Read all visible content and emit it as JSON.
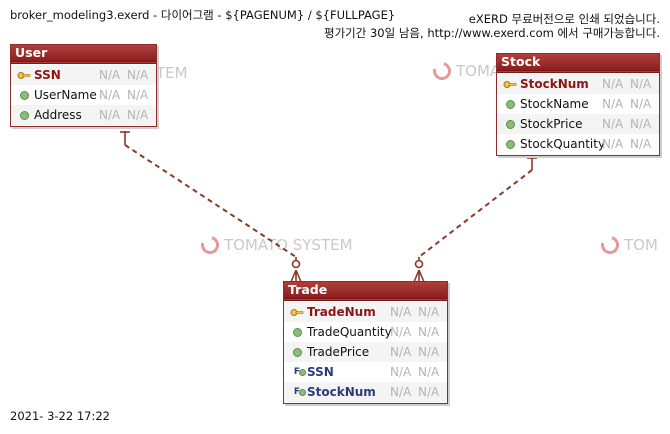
{
  "header": {
    "title_line": "broker_modeling3.exerd - 다이어그램 - ${PAGENUM} / ${FULLPAGE}",
    "license_line1": "eXERD 무료버전으로 인쇄 되었습니다.",
    "license_line2": "평가기간 30일 남음, http://www.exerd.com 에서 구매가능합니다."
  },
  "footer": {
    "date": "2021- 3-22 17:22"
  },
  "watermark": {
    "text_full": "TOMATO SYSTEM",
    "text_cut1": "TEM",
    "text_cut2": "TOMA",
    "text_cut3": "TOM"
  },
  "colors": {
    "entity_border": "#8e2b2b",
    "title_bg": "#a0302d",
    "relation_line": "#8b3a2a",
    "pk_text": "#8b1515",
    "fk_text": "#2b3c7a"
  },
  "entities": {
    "user": {
      "name": "User",
      "columns": [
        {
          "name": "SSN",
          "key": "pk",
          "type": "N/A",
          "default": "N/A"
        },
        {
          "name": "UserName",
          "key": "none",
          "type": "N/A",
          "default": "N/A"
        },
        {
          "name": "Address",
          "key": "none",
          "type": "N/A",
          "default": "N/A"
        }
      ]
    },
    "stock": {
      "name": "Stock",
      "columns": [
        {
          "name": "StockNum",
          "key": "pk",
          "type": "N/A",
          "default": "N/A"
        },
        {
          "name": "StockName",
          "key": "none",
          "type": "N/A",
          "default": "N/A"
        },
        {
          "name": "StockPrice",
          "key": "none",
          "type": "N/A",
          "default": "N/A"
        },
        {
          "name": "StockQuantity",
          "key": "none",
          "type": "N/A",
          "default": "N/A"
        }
      ]
    },
    "trade": {
      "name": "Trade",
      "columns": [
        {
          "name": "TradeNum",
          "key": "pk",
          "type": "N/A",
          "default": "N/A"
        },
        {
          "name": "TradeQuantity",
          "key": "none",
          "type": "N/A",
          "default": "N/A"
        },
        {
          "name": "TradePrice",
          "key": "none",
          "type": "N/A",
          "default": "N/A"
        },
        {
          "name": "SSN",
          "key": "fk",
          "type": "N/A",
          "default": "N/A"
        },
        {
          "name": "StockNum",
          "key": "fk",
          "type": "N/A",
          "default": "N/A"
        }
      ]
    }
  },
  "relationships": [
    {
      "from": "User",
      "to": "Trade",
      "parent": "one",
      "child": "zero-or-many",
      "style": "dashed"
    },
    {
      "from": "Stock",
      "to": "Trade",
      "parent": "one",
      "child": "zero-or-many",
      "style": "dashed"
    }
  ]
}
